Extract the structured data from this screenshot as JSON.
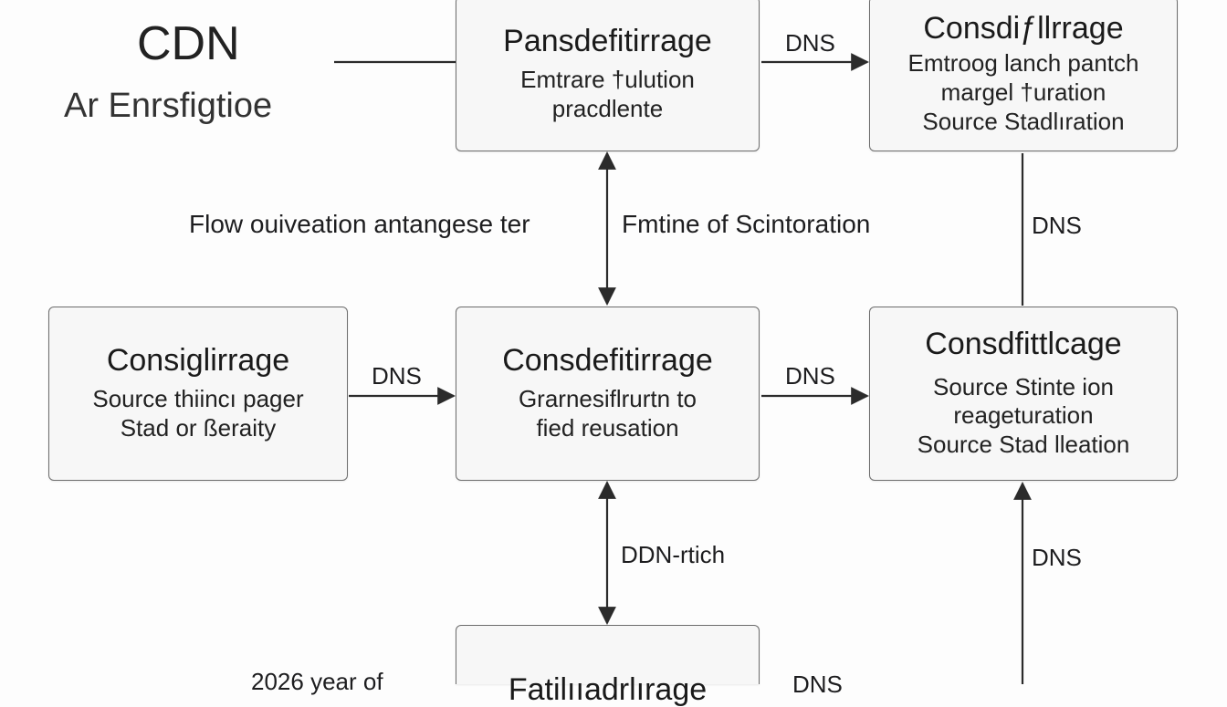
{
  "header": {
    "title": "CDN",
    "subtitle": "Ar Enrsfigtioe"
  },
  "boxes": {
    "top_center": {
      "title": "Pansdefitirrage",
      "lines": [
        "Emtrare †ulution",
        "pracdlente"
      ]
    },
    "top_right": {
      "title": "Consdiƒllrrage",
      "lines": [
        "Emtroog lanch pantch",
        "margel †uration",
        "Source Stadlıration"
      ]
    },
    "mid_left": {
      "title": "Consiglirrage",
      "lines": [
        "Source thiincı pager",
        "Stad or ßeraity"
      ]
    },
    "mid_center": {
      "title": "Consdefitirrage",
      "lines": [
        "Grarnesiflrurtn to",
        "fied reusation"
      ]
    },
    "mid_right": {
      "title": "Consdfittlcage",
      "lines": [
        "Source Stinte ion",
        "reageturation",
        "Source Stad lleation"
      ]
    },
    "bottom_center": {
      "title": "Fatilııadrlırage",
      "lines": []
    }
  },
  "labels": {
    "dns_top": "DNS",
    "flow_left": "Flow ouiveation antangese ter",
    "flow_right": "Fmtine of Scintoration",
    "dns_right_upper": "DNS",
    "dns_mid_left": "DNS",
    "dns_mid_right": "DNS",
    "ddn_rtich": "DDN-rtich",
    "dns_right_lower": "DNS",
    "year_note": "2026 year of",
    "dns_bottom": "DNS"
  },
  "colors": {
    "box_fill": "#f7f7f7",
    "box_border": "#6d6d6d",
    "connector": "#2b2b2b",
    "text": "#1d1d1f"
  }
}
